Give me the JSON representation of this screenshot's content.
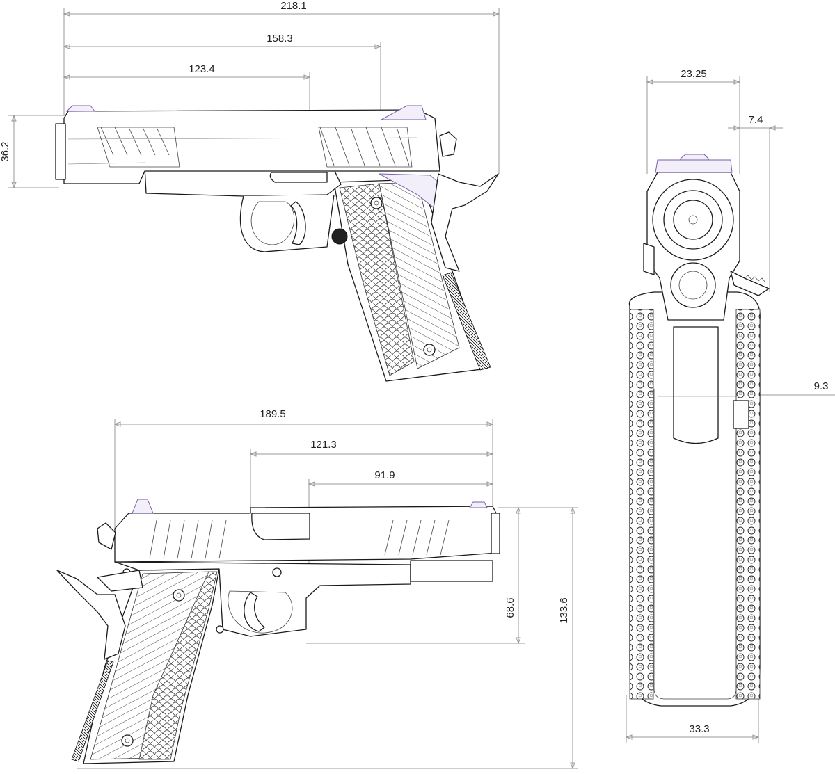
{
  "colors": {
    "background": "#ffffff",
    "line": "#1a1a1a",
    "dimension_line": "#9a9a9a",
    "sight_accent": "#7a5fa8"
  },
  "dimensions": {
    "top_view_right": {
      "overall_length": "218.1",
      "slide_to_trigger": "158.3",
      "front_to_ejection": "123.4",
      "slide_height": "36.2"
    },
    "bottom_view_left": {
      "grip_to_muzzle": "189.5",
      "ejection_to_muzzle": "121.3",
      "frame_to_muzzle": "91.9",
      "frame_height": "68.6",
      "overall_height": "133.6"
    },
    "front_view": {
      "slide_width": "23.25",
      "safety_offset": "7.4",
      "slide_release_offset": "9.3",
      "grip_width": "33.3"
    }
  }
}
